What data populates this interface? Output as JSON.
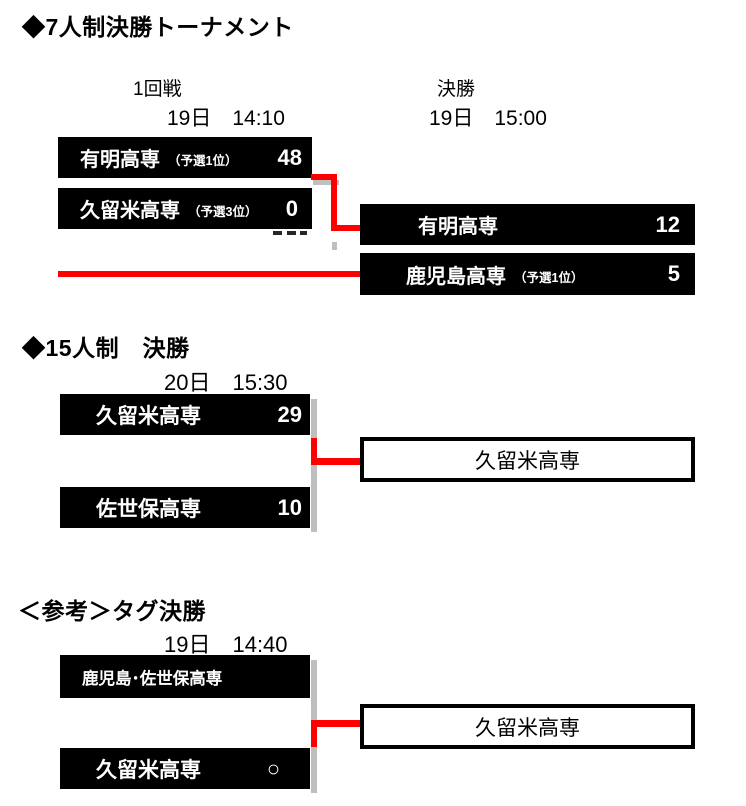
{
  "colors": {
    "accent_red": "#ff0000",
    "box_black": "#000000",
    "box_text": "#ffffff",
    "shadow_gray": "#bfbfbf"
  },
  "sevens": {
    "title": "◆7人制決勝トーナメント",
    "round1_label": "1回戦",
    "round1_datetime": "19日　14:10",
    "final_label": "決勝",
    "final_datetime": "19日　15:00",
    "r1_team1_name": "有明高専",
    "r1_team1_seed": "（予選1位）",
    "r1_team1_score": "48",
    "r1_team2_name": "久留米高専",
    "r1_team2_seed": "（予選3位）",
    "r1_team2_score": "0",
    "final_team1_name": "有明高専",
    "final_team1_score": "12",
    "final_team2_name": "鹿児島高専",
    "final_team2_seed": "（予選1位）",
    "final_team2_score": "5"
  },
  "fifteens": {
    "title": "◆15人制　決勝",
    "datetime": "20日　15:30",
    "team1_name": "久留米高専",
    "team1_score": "29",
    "team2_name": "佐世保高専",
    "team2_score": "10",
    "winner": "久留米高専"
  },
  "tag": {
    "title": "＜参考＞タグ決勝",
    "datetime": "19日　14:40",
    "team1_name": "鹿児島･佐世保高専",
    "team2_name": "久留米高専",
    "team2_score": "○",
    "winner": "久留米高専"
  }
}
